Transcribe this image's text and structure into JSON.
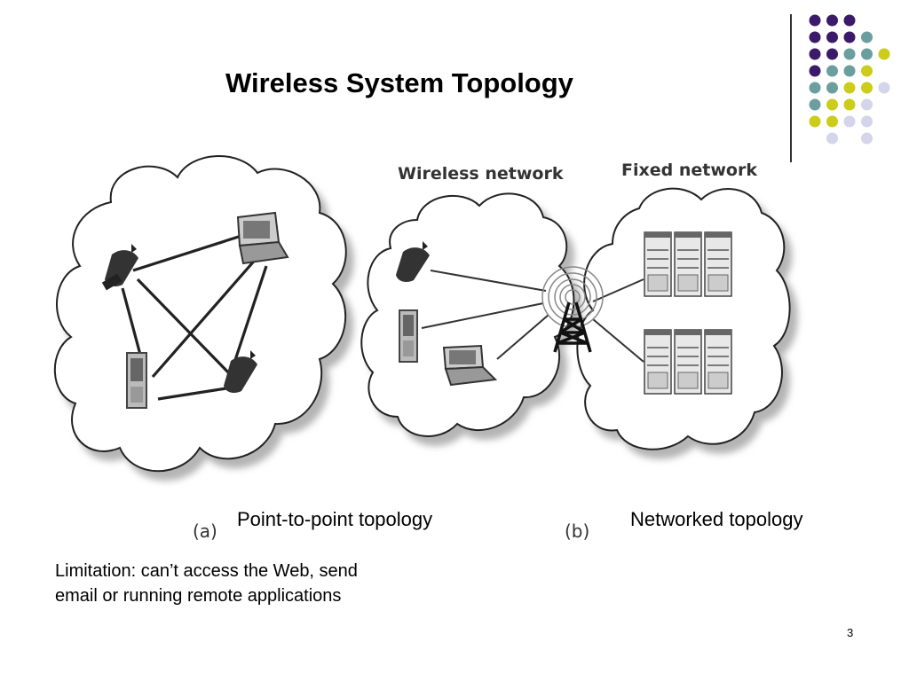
{
  "slide": {
    "title": "Wireless System Topology",
    "page_number": "3"
  },
  "diagram": {
    "label_wireless_network": "Wireless network",
    "label_fixed_network": "Fixed network",
    "label_a": "(a)",
    "label_b": "(b)"
  },
  "captions": {
    "point_to_point": "Point-to-point topology",
    "networked": "Networked topology"
  },
  "limitation": {
    "line1": "Limitation: can’t access the Web, send",
    "line2": "email or running remote applications"
  },
  "colors": {
    "purple": "#3b1a6a",
    "teal": "#6b9e9e",
    "yellow": "#cccc1a",
    "lavender": "#d4d4ea"
  }
}
